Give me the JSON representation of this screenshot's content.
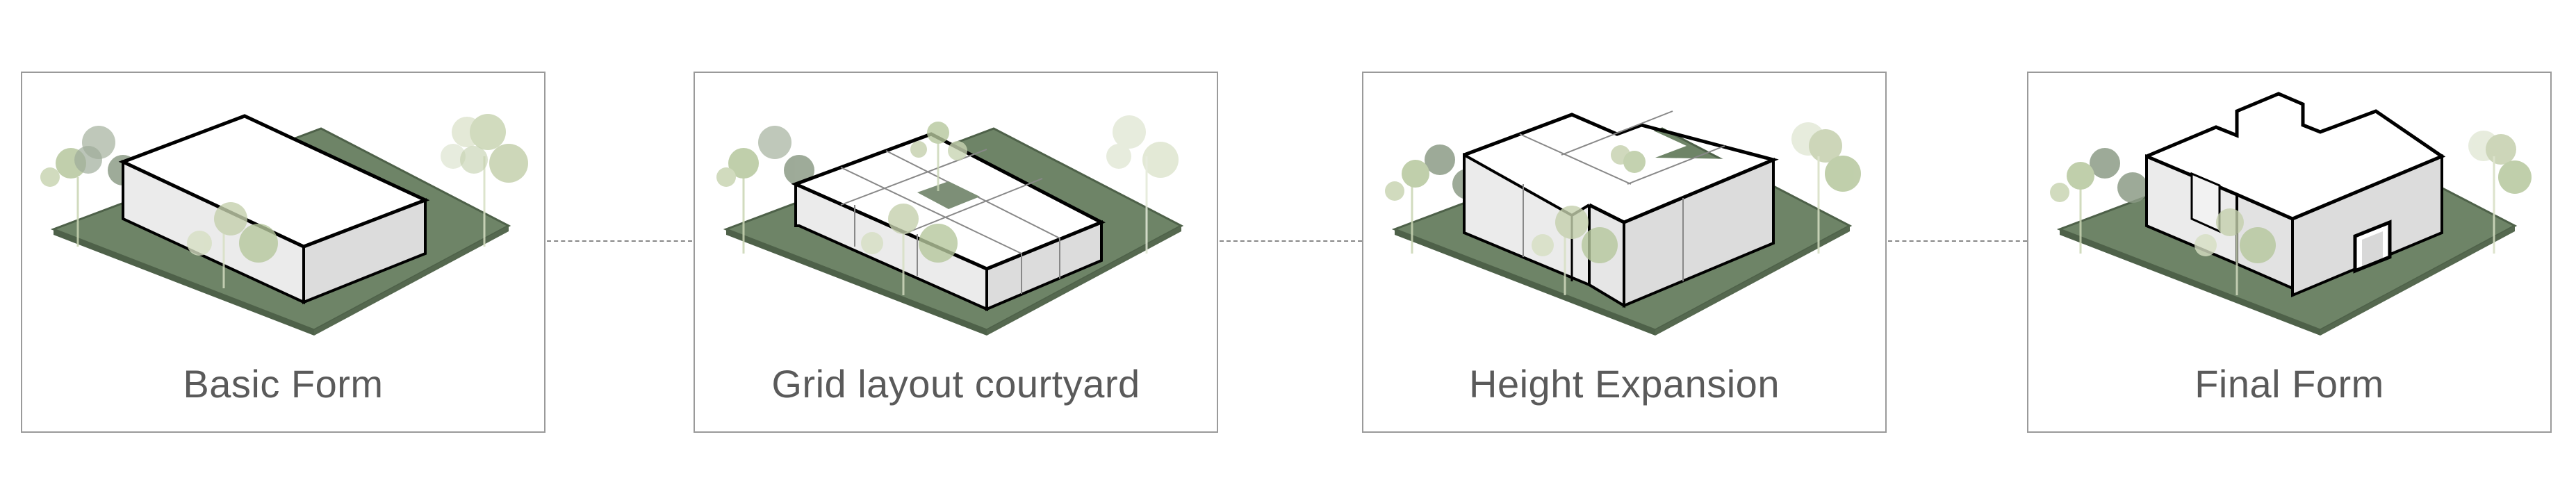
{
  "steps": [
    {
      "label": "Basic Form"
    },
    {
      "label": "Grid layout courtyard"
    },
    {
      "label": "Height Expansion"
    },
    {
      "label": "Final Form"
    }
  ],
  "colors": {
    "ground": "#6e8467",
    "ground_edge": "#4e6149",
    "tree_light": "#d6dfc3",
    "tree_mid": "#b6c79d",
    "tree_dark": "#8d9c87",
    "building_top": "#ffffff",
    "building_side": "#e6e6e6",
    "building_side_dark": "#d2d2d2"
  }
}
